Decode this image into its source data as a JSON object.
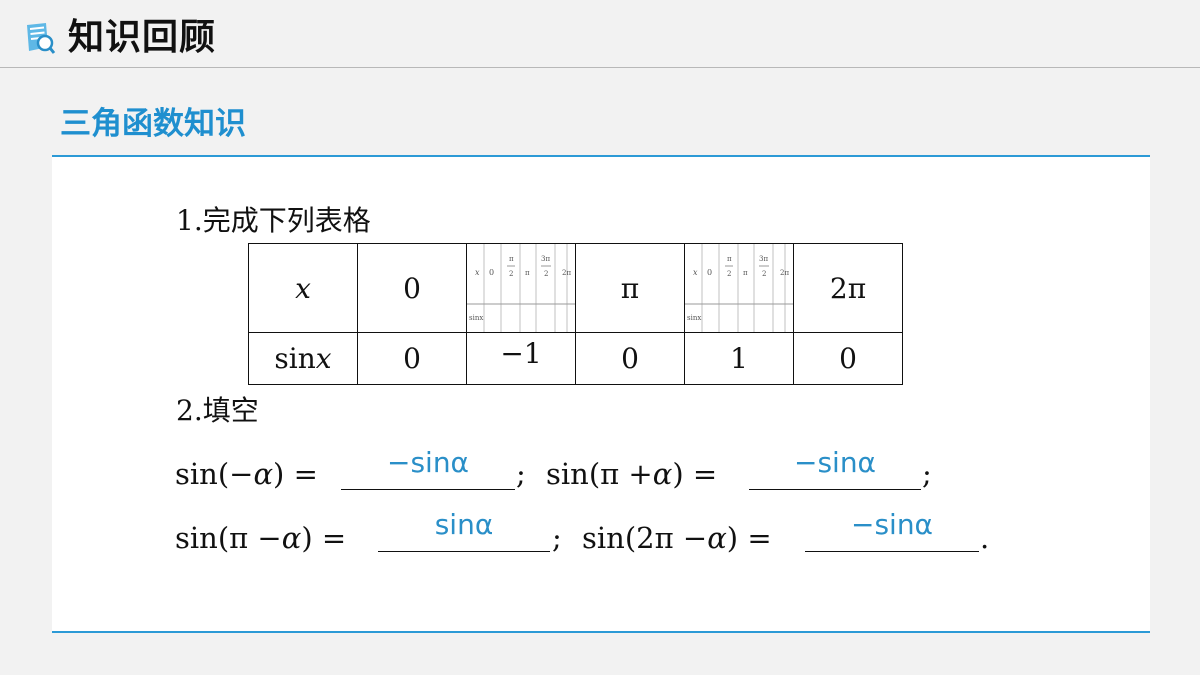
{
  "header": {
    "title": "知识回顾",
    "icon": "book-search-icon"
  },
  "section": {
    "title": "三角函数知识"
  },
  "question1": {
    "heading": "1.完成下列表格",
    "row_labels": {
      "x": "x",
      "sinx": "sin",
      "sinx_var": "x"
    },
    "x_values": [
      "0",
      "π",
      "2π"
    ],
    "answers": [
      "0",
      "−1",
      "0",
      "1",
      "0"
    ],
    "thumbnail": {
      "x_label": "x",
      "sin_label": "sinx",
      "values": [
        "0",
        "π",
        "2",
        "π",
        "3π",
        "2",
        "2π"
      ]
    }
  },
  "question2": {
    "heading": "2.填空",
    "line1": {
      "left_expr": "sin(−",
      "left_var": "α",
      "left_end": ") =",
      "answer1": "−sinα",
      "sep": ";",
      "right_expr": "sin(π +",
      "right_var": "α",
      "right_end": ") =",
      "answer2": "−sinα",
      "end": ";"
    },
    "line2": {
      "left_expr": "sin(π −",
      "left_var": "α",
      "left_end": ") =",
      "answer1": "sinα",
      "sep": ";",
      "right_expr": "sin(2π −",
      "right_var": "α",
      "right_end": ") =",
      "answer2": "−sinα",
      "end": "."
    }
  },
  "colors": {
    "accent": "#1f8fcf",
    "answer": "#2a8fc8",
    "rule": "#2c9ad6"
  }
}
